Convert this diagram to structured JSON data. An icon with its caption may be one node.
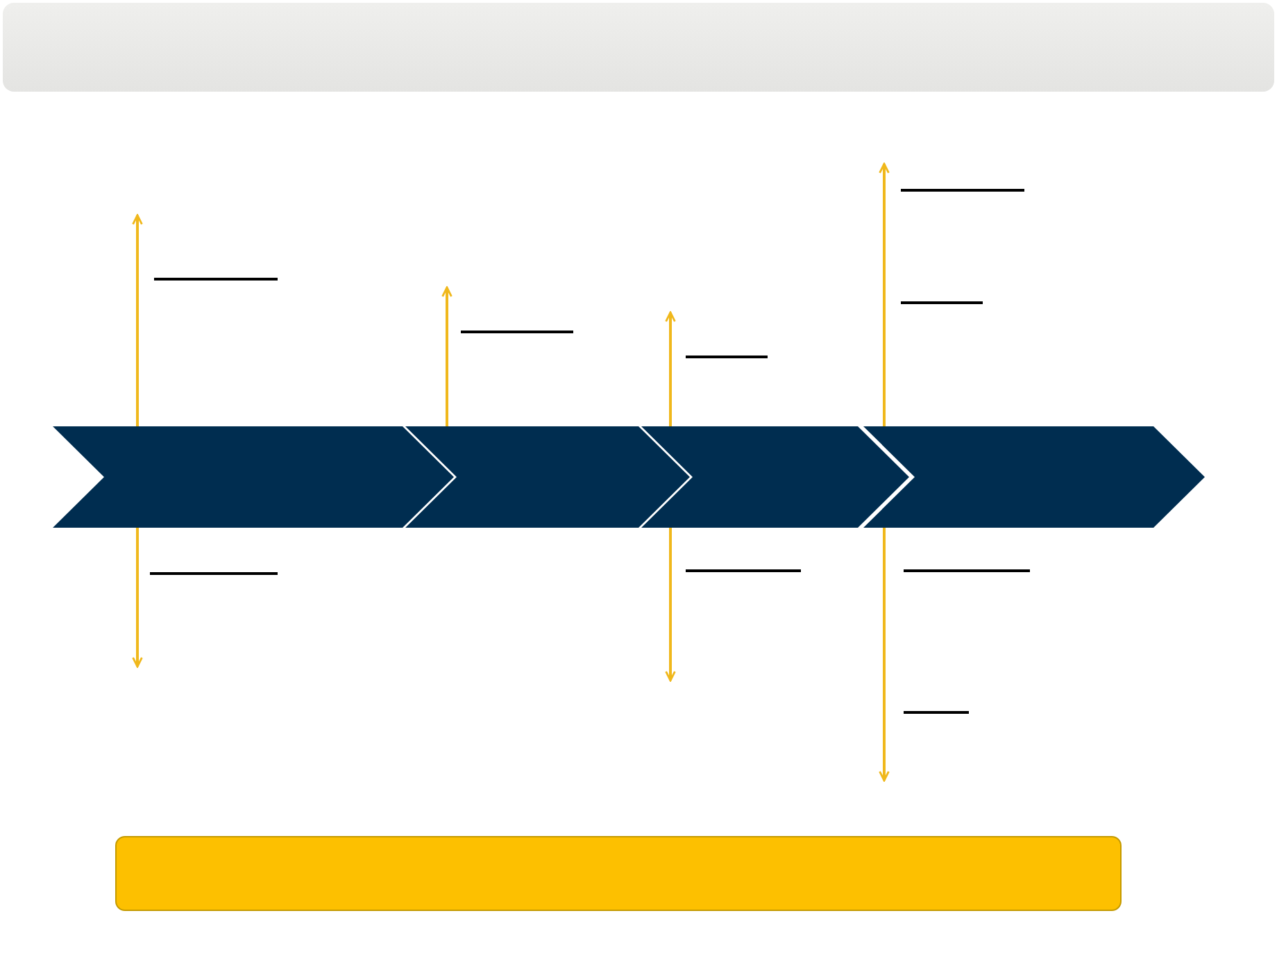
{
  "diagram": {
    "nodes": [
      {
        "text": [],
        "shape": "band"
      },
      {
        "text": [],
        "shape": "chevron"
      },
      {
        "text": [],
        "shape": "chevron"
      },
      {
        "text": [],
        "shape": "chevron"
      },
      {
        "text": [],
        "shape": "chevron"
      },
      {
        "text": [],
        "shape": "box"
      }
    ],
    "edges": [
      {
        "from": 1,
        "to": null,
        "arrow": "to"
      },
      {
        "from": 1,
        "to": null,
        "arrow": "to"
      },
      {
        "from": 2,
        "to": null,
        "arrow": "to"
      },
      {
        "from": 3,
        "to": null,
        "arrow": "to"
      },
      {
        "from": 3,
        "to": null,
        "arrow": "to"
      },
      {
        "from": 4,
        "to": null,
        "arrow": "to"
      },
      {
        "from": 4,
        "to": null,
        "arrow": "to"
      }
    ]
  }
}
